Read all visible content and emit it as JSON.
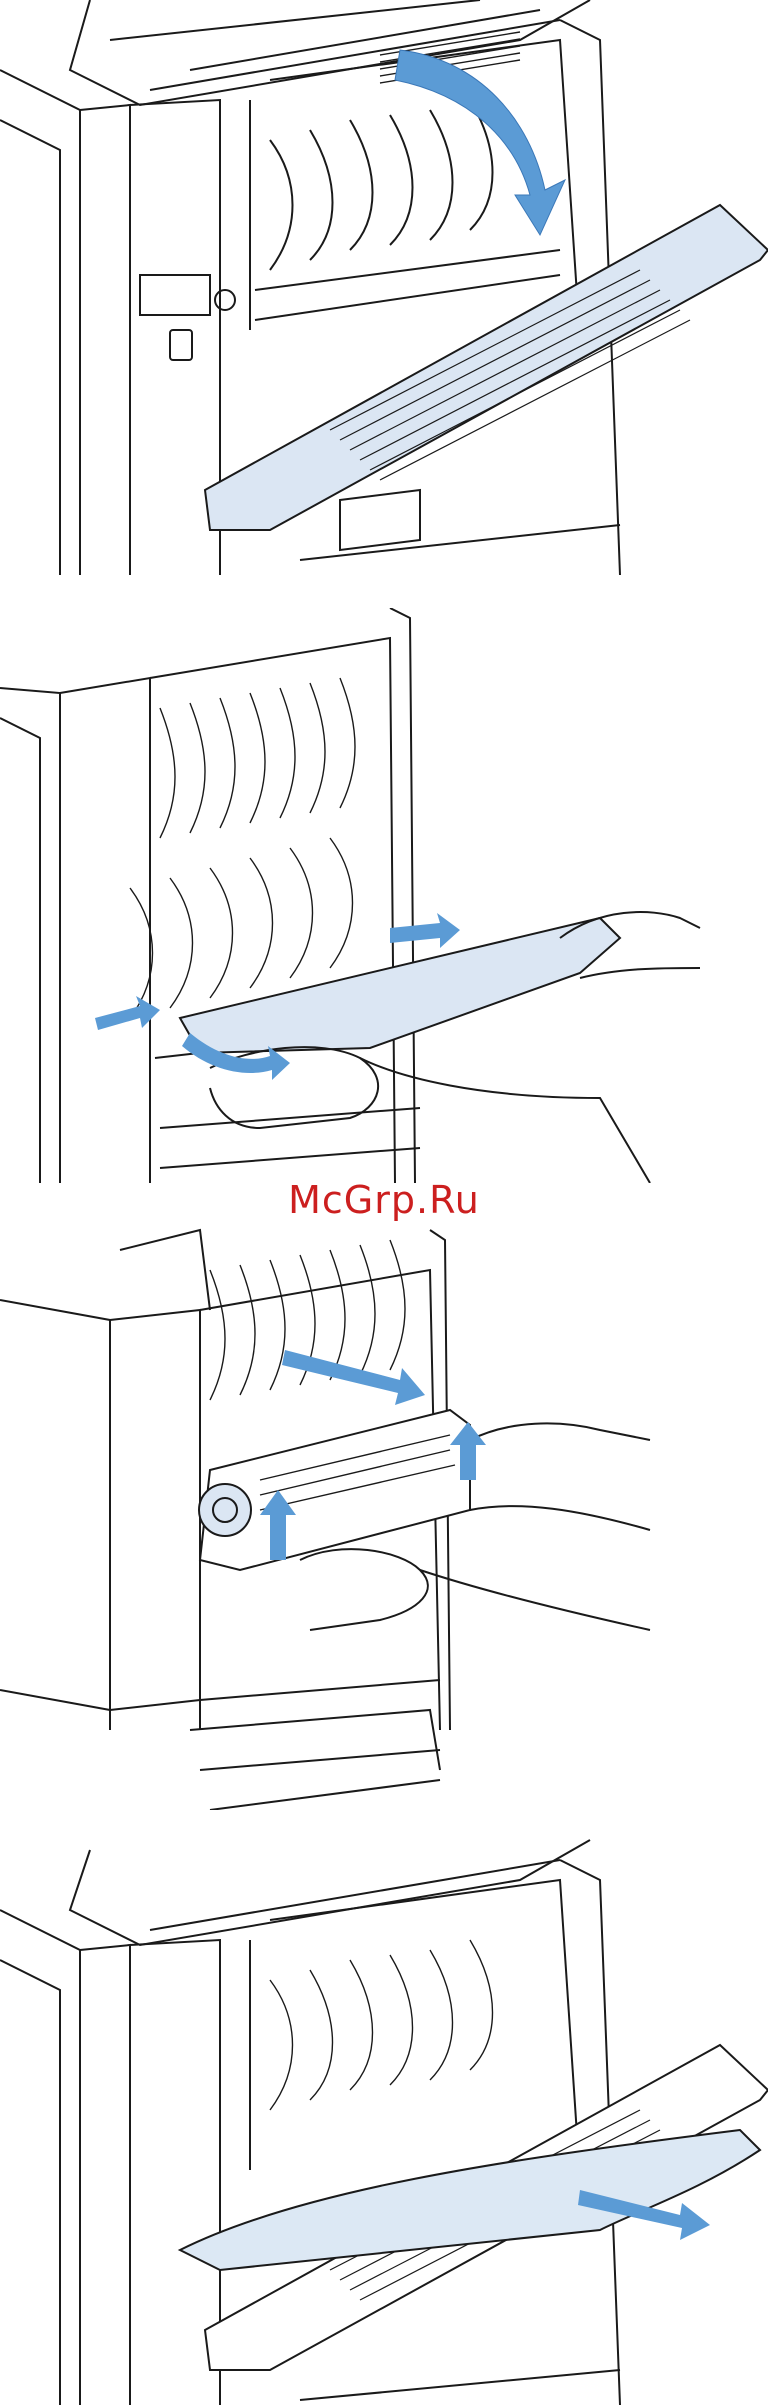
{
  "watermark": {
    "text": "McGrp.Ru"
  },
  "steps": [
    {
      "id": "open-rear-door"
    },
    {
      "id": "remove-duplexer-tray"
    },
    {
      "id": "remove-fuser"
    },
    {
      "id": "remove-jammed-paper"
    }
  ],
  "colors": {
    "line": "#1a1a1a",
    "arrow": "#5b9bd5",
    "part_fill": "#dbe6f3",
    "paper_fill": "#dce8f4",
    "background": "#ffffff"
  },
  "icons": [
    "down-arrow-icon",
    "right-arrow-icon",
    "up-arrow-icon",
    "curved-arrow-icon"
  ]
}
